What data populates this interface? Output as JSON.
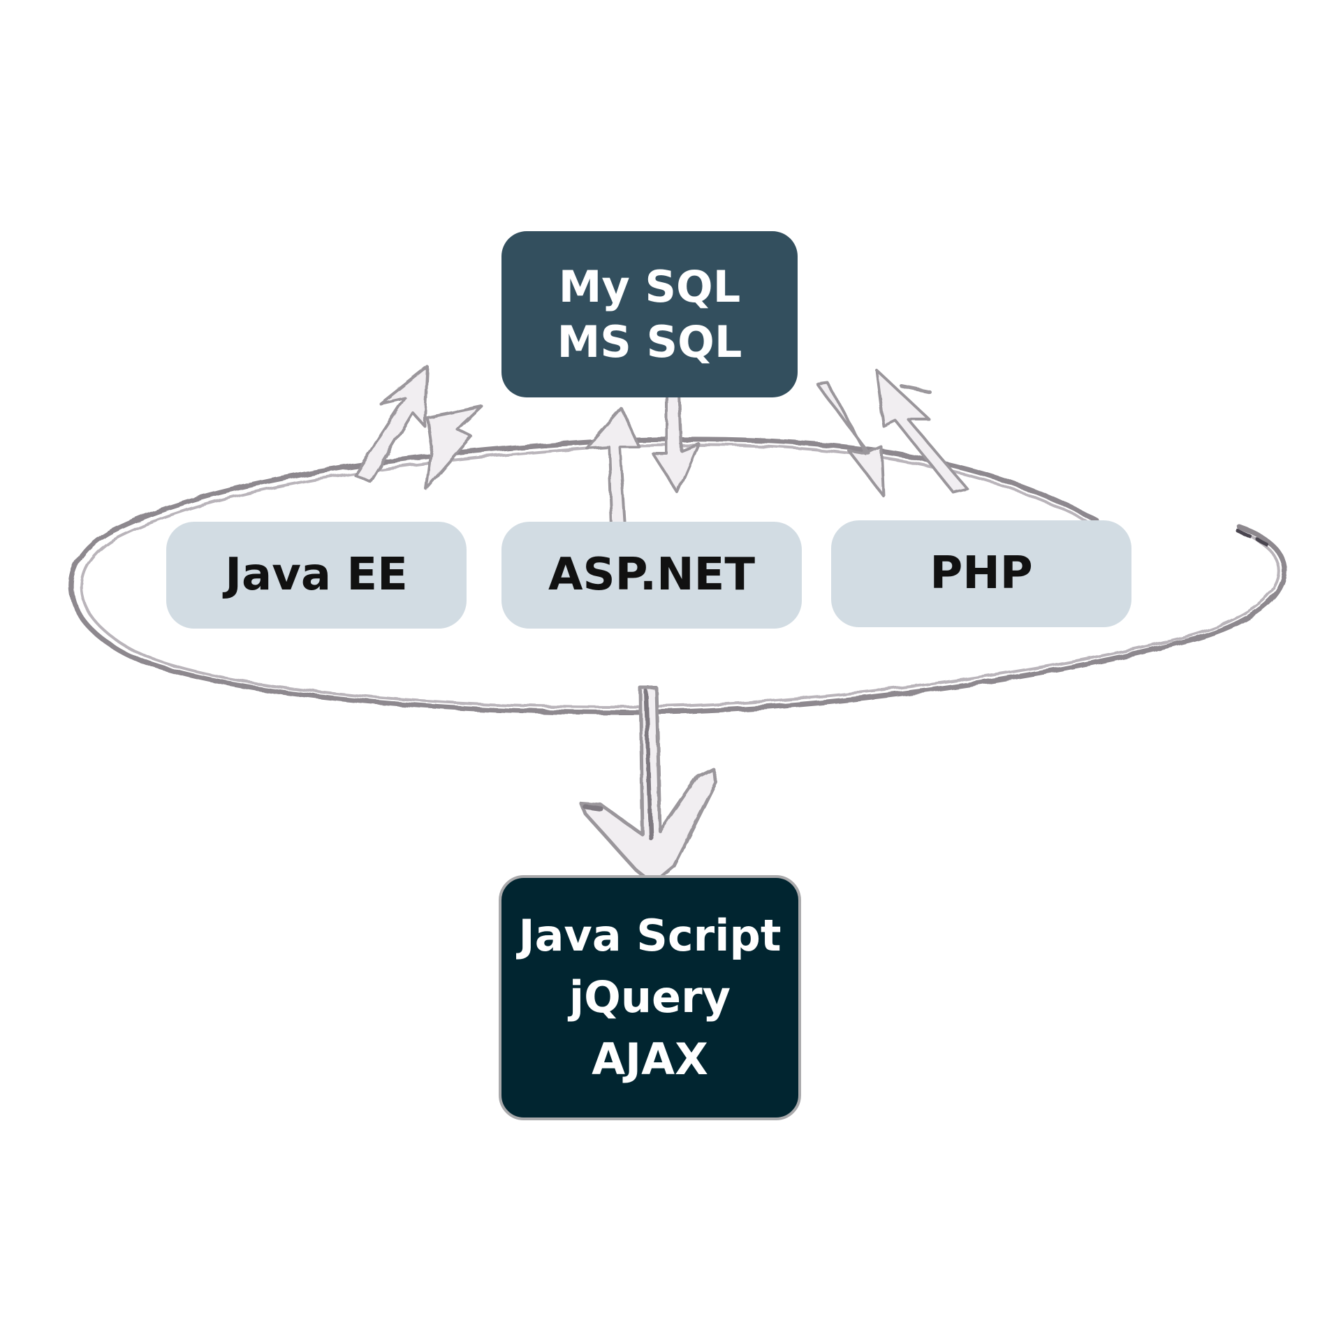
{
  "diagram": {
    "colors": {
      "database_box": "#334f5e",
      "server_box": "#d2dce3",
      "client_box": "#012530",
      "client_border": "#a9a9ab",
      "ellipse_stroke": "#8d888e",
      "arrow_fill": "#f1eef1",
      "arrow_stroke": "#9a969b"
    },
    "database": {
      "lines": [
        "My SQL",
        "MS SQL"
      ]
    },
    "servers": [
      {
        "label": "Java EE"
      },
      {
        "label": "ASP.NET"
      },
      {
        "label": "PHP"
      }
    ],
    "client": {
      "lines": [
        "Java Script",
        "jQuery",
        "AJAX"
      ]
    },
    "connectors": [
      {
        "from": "servers",
        "to": "database",
        "icon": "double-arrow-icon"
      },
      {
        "from": "servers",
        "to": "database",
        "icon": "double-arrow-icon"
      },
      {
        "from": "servers",
        "to": "database",
        "icon": "double-arrow-icon"
      },
      {
        "from": "servers",
        "to": "client",
        "icon": "down-arrow-icon"
      }
    ]
  }
}
